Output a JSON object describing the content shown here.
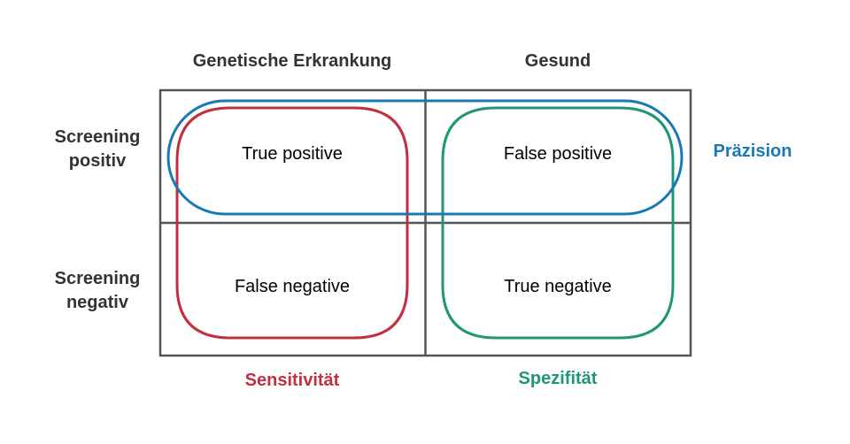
{
  "columns": {
    "disease": "Genetische Erkrankung",
    "healthy": "Gesund"
  },
  "rows": {
    "positive": "Screening\npositiv",
    "negative": "Screening\nnegativ"
  },
  "cells": {
    "true_positive": "True positive",
    "false_positive": "False positive",
    "false_negative": "False negative",
    "true_negative": "True negative"
  },
  "metrics": {
    "sensitivity": "Sensitivität",
    "specificity": "Spezifität",
    "precision": "Präzision"
  },
  "colors": {
    "grid": "#555555",
    "sensitivity": "#c0303f",
    "specificity": "#1f9678",
    "precision": "#1a78b5",
    "header_text": "#333333"
  }
}
